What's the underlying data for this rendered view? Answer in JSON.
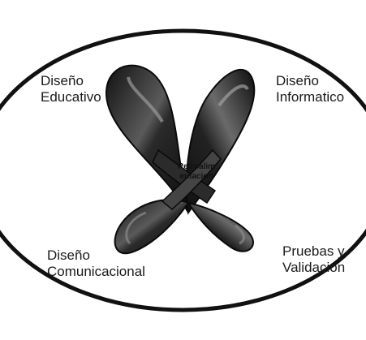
{
  "diagram": {
    "labels": {
      "top_left": {
        "line1": "Diseño",
        "line2": "Educativo"
      },
      "top_right": {
        "line1": "Diseño",
        "line2": "Informatico"
      },
      "bottom_left": {
        "line1": "Diseño",
        "line2": "Comunicacional"
      },
      "bottom_right": {
        "line1": "Pruebas y",
        "line2": "Validacion"
      },
      "center": {
        "line1": "Retroalim",
        "line2": "entacion"
      }
    },
    "colors": {
      "background": "#ffffff",
      "ellipse": "#111111",
      "ribbon_dark": "#1c1c1c",
      "ribbon_light": "#7a7a7a",
      "text": "#1a1a1a"
    },
    "icons": [
      "ellipse-frame",
      "crossed-ribbon-loops"
    ]
  }
}
